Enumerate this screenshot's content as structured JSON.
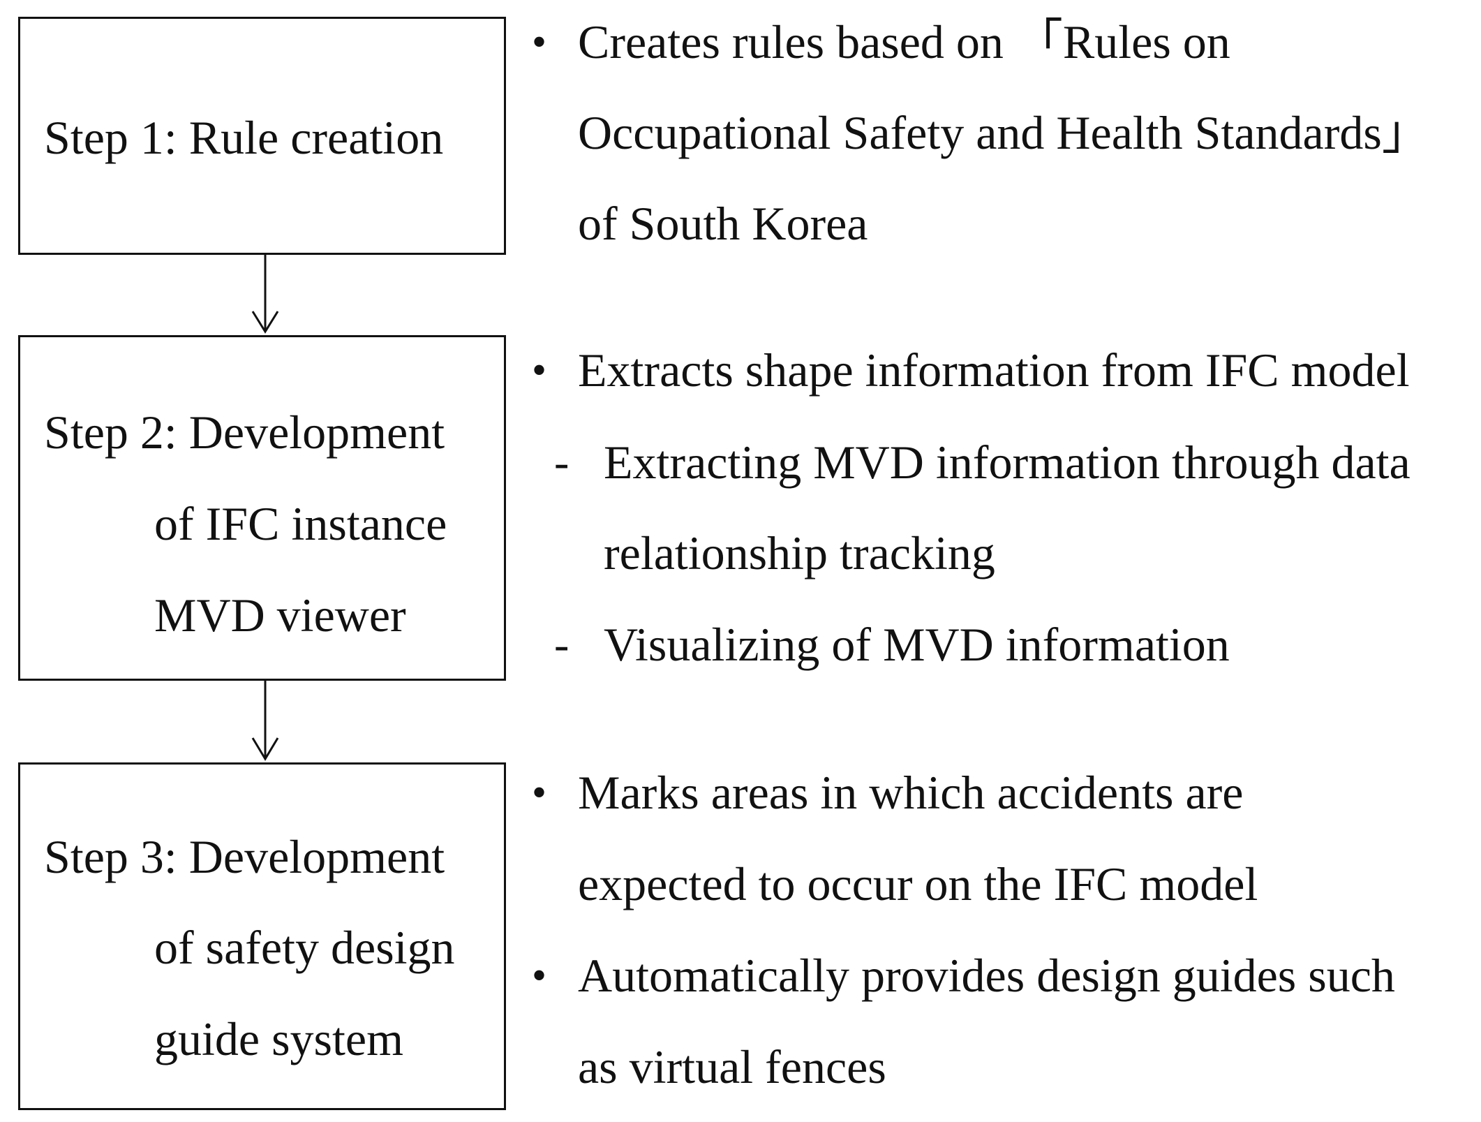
{
  "steps": [
    {
      "lines": [
        "Step 1: Rule creation"
      ],
      "description": [
        {
          "marker": "•",
          "lines": [
            "Creates rules based on 「Rules on",
            "Occupational Safety and Health Standards」",
            "of South Korea"
          ]
        }
      ]
    },
    {
      "lines": [
        "Step 2: Development",
        "of IFC instance",
        "MVD viewer"
      ],
      "description": [
        {
          "marker": "•",
          "lines": [
            "Extracts shape information from IFC model"
          ]
        },
        {
          "marker": "-",
          "lines": [
            "Extracting MVD information through data",
            "relationship tracking"
          ]
        },
        {
          "marker": "-",
          "lines": [
            "Visualizing of MVD information"
          ]
        }
      ]
    },
    {
      "lines": [
        "Step 3: Development",
        "of safety design",
        "guide system"
      ],
      "description": [
        {
          "marker": "•",
          "lines": [
            "Marks areas in which accidents are",
            "expected to occur on the IFC model"
          ]
        },
        {
          "marker": "•",
          "lines": [
            "Automatically provides design guides such",
            "as virtual fences"
          ]
        }
      ]
    }
  ]
}
